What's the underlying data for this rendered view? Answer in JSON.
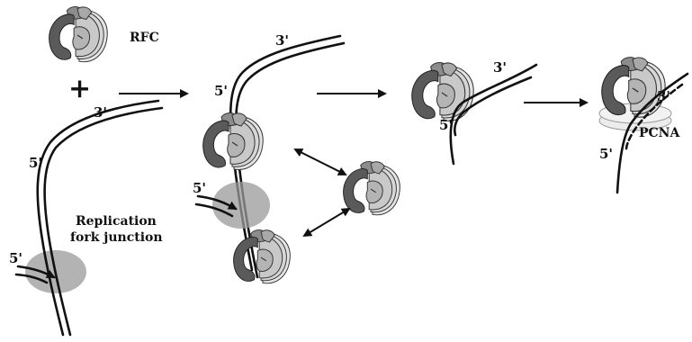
{
  "labels": {
    "rfc": "RFC",
    "pcna": "PCNA",
    "plus": "+",
    "end3": "3'",
    "end5": "5'",
    "fork_line1": "Replication",
    "fork_line2": "fork junction"
  },
  "colors": {
    "rfc_dark": "#5a5a5a",
    "rfc_mid": "#8c8c8c",
    "rfc_light": "#c9c9c9",
    "rfc_pale": "#e4e4e4",
    "fork_fill": "#9a9a9a",
    "pcna_fill": "#ececec",
    "strand": "#111111"
  },
  "icons": [
    "rfc-complex-icon",
    "pcna-ring-icon",
    "replication-fork-icon"
  ]
}
